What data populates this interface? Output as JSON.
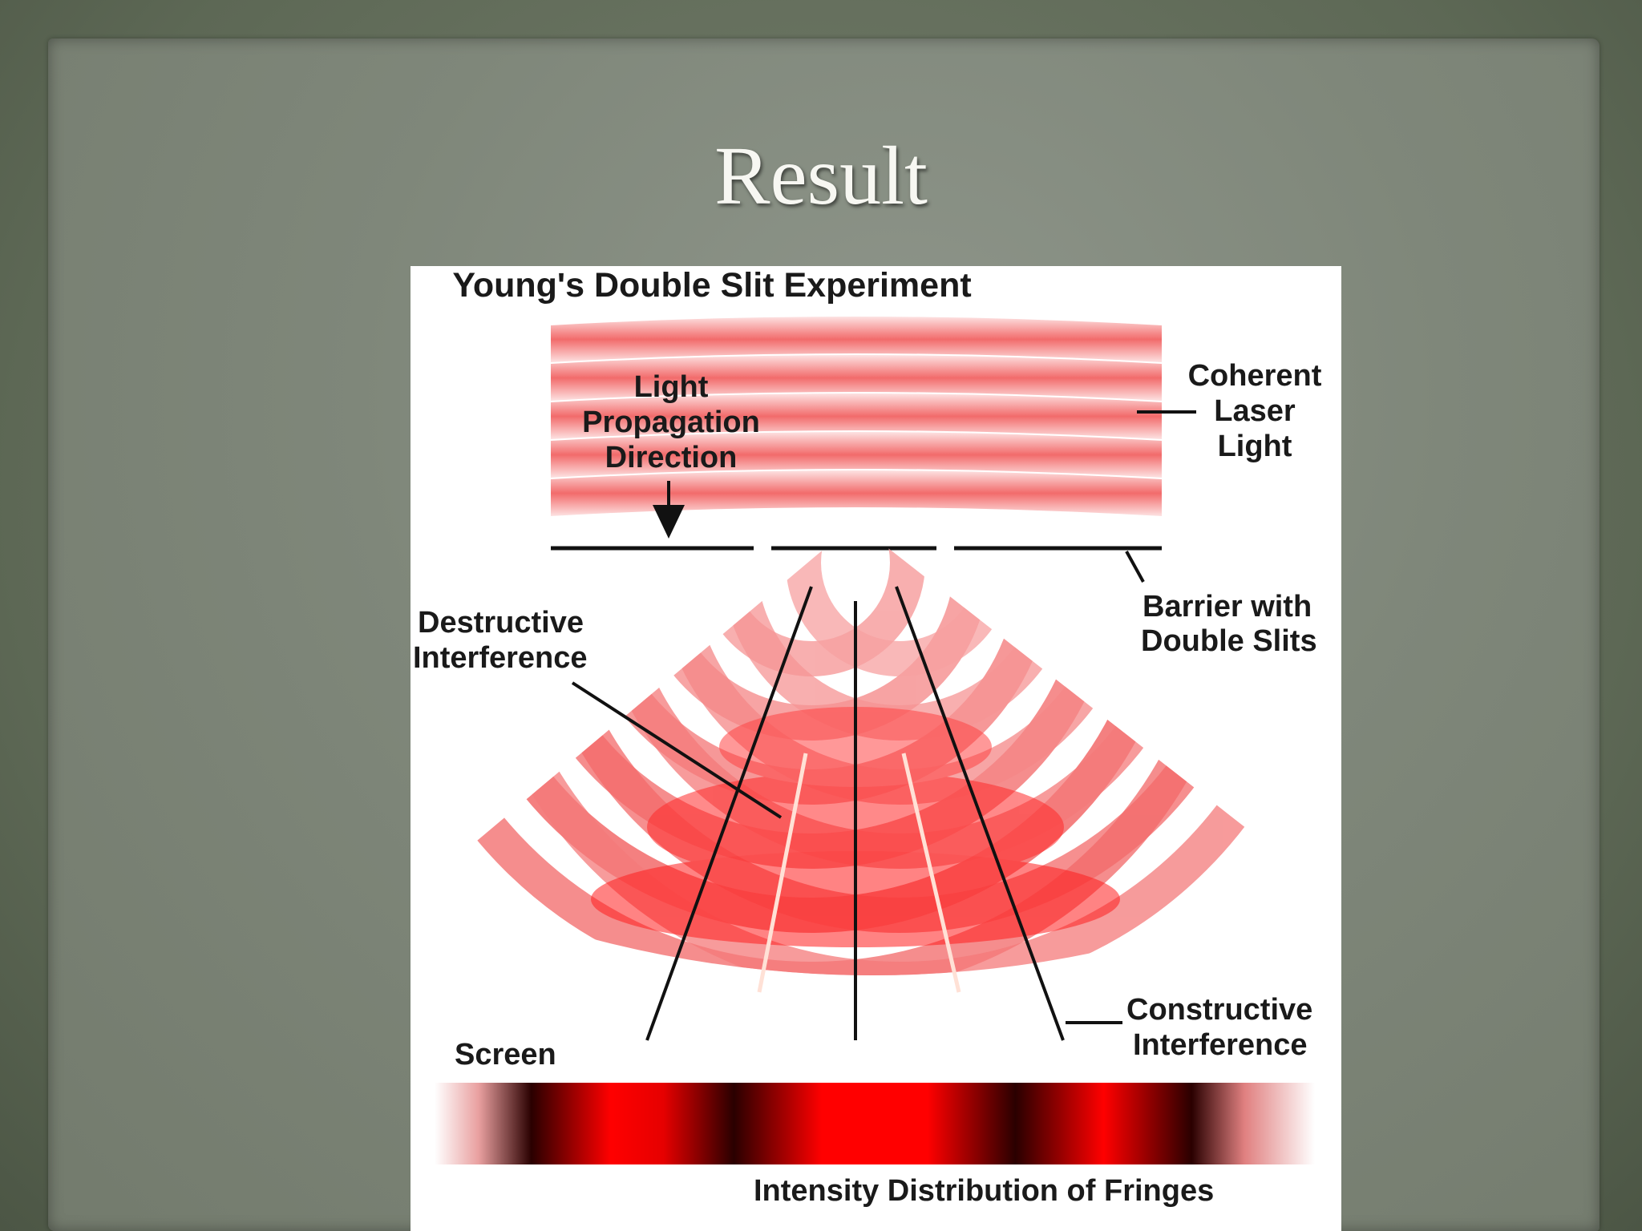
{
  "slide": {
    "title": "Result"
  },
  "diagram": {
    "title": "Young's Double Slit Experiment",
    "labels": {
      "light_propagation": [
        "Light",
        "Propagation",
        "Direction"
      ],
      "coherent_laser": [
        "Coherent",
        "Laser",
        "Light"
      ],
      "barrier": [
        "Barrier with",
        "Double Slits"
      ],
      "destructive": [
        "Destructive",
        "Interference"
      ],
      "constructive": [
        "Constructive",
        "Interference"
      ],
      "screen": "Screen",
      "intensity": "Intensity Distribution of Fringes"
    },
    "colors": {
      "wave_red": "#ff3b3b",
      "wave_light": "#ffd9d9",
      "fringe_bright": "#ff0000",
      "fringe_dark": "#3a0000",
      "slide_background": "#7f877a"
    }
  }
}
